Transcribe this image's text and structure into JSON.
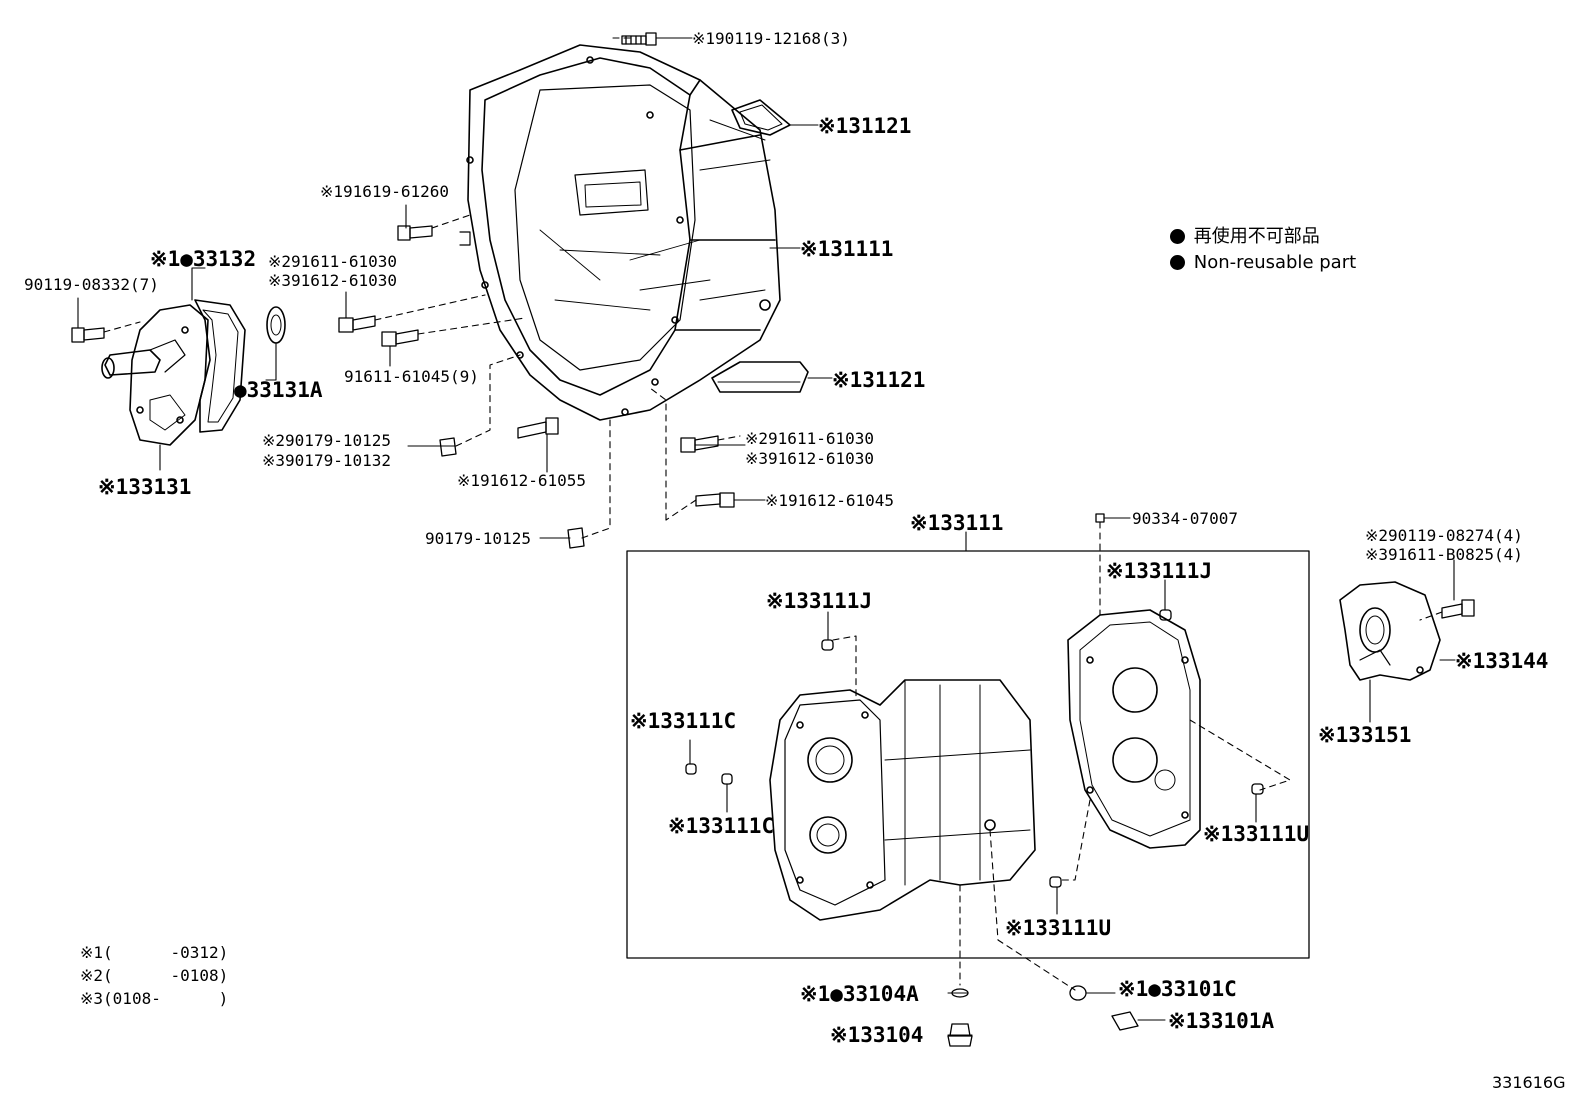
{
  "labels": {
    "l_190119": "※190119-12168(3)",
    "l_131121_top": "※131121",
    "l_191619": "※191619-61260",
    "l_131111": "※131111",
    "l_133132": "※1●33132",
    "l_90119_08332": "90119-08332(7)",
    "l_291611_a": "※291611-61030",
    "l_391612_a": "※391612-61030",
    "l_133131A": "●33131A",
    "l_91611_61045": "91611-61045(9)",
    "l_131121_bot": "※131121",
    "l_290179": "※290179-10125",
    "l_390179": "※390179-10132",
    "l_291611_b": "※291611-61030",
    "l_391612_b": "※391612-61030",
    "l_133131": "※133131",
    "l_191612_61055": "※191612-61055",
    "l_191612_61045": "※191612-61045",
    "l_90179_10125": "90179-10125",
    "l_133111_box": "※133111",
    "l_90334": "90334-07007",
    "l_290119_08274": "※290119-08274(4)",
    "l_391611_b0825": "※391611-B0825(4)",
    "l_133111J_a": "※133111J",
    "l_133111J_b": "※133111J",
    "l_133144": "※133144",
    "l_133151": "※133151",
    "l_133111C_a": "※133111C",
    "l_133111C_b": "※133111C",
    "l_133111U_a": "※133111U",
    "l_133111U_b": "※133111U",
    "l_133104A": "※1●33104A",
    "l_133101C": "※1●33101C",
    "l_133104": "※133104",
    "l_133101A": "※133101A"
  },
  "legend": {
    "jp": "再使用不可部品",
    "en": "Non-reusable part"
  },
  "notes": {
    "n1": "※1(      -0312)",
    "n2": "※2(      -0108)",
    "n3": "※3(0108-      )"
  },
  "figure_id": "331616G"
}
